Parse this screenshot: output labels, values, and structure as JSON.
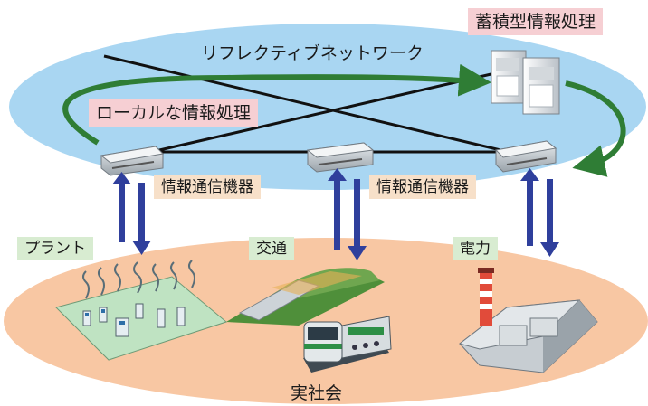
{
  "labels": {
    "network_title": "リフレクティブネットワーク",
    "storage_processing": "蓄積型情報処理",
    "local_processing": "ローカルな情報処理",
    "comm_device_1": "情報通信機器",
    "comm_device_2": "情報通信機器",
    "domain_plant": "プラント",
    "domain_traffic": "交通",
    "domain_power": "電力",
    "real_society": "実社会"
  },
  "colors": {
    "network_ellipse": "#a9d6f2",
    "society_ellipse": "#f8c7a3",
    "tag_pink": "#f6cfd3",
    "tag_green": "#d8ecd1",
    "arrow_green": "#2f7d35",
    "arrow_blue": "#2f3f9c",
    "link_black": "#111111"
  },
  "icons": {
    "server_rack": "server-rack-icon",
    "router": "router-icon",
    "plant": "plant-icon",
    "train": "train-icon",
    "power_station": "power-station-icon"
  }
}
